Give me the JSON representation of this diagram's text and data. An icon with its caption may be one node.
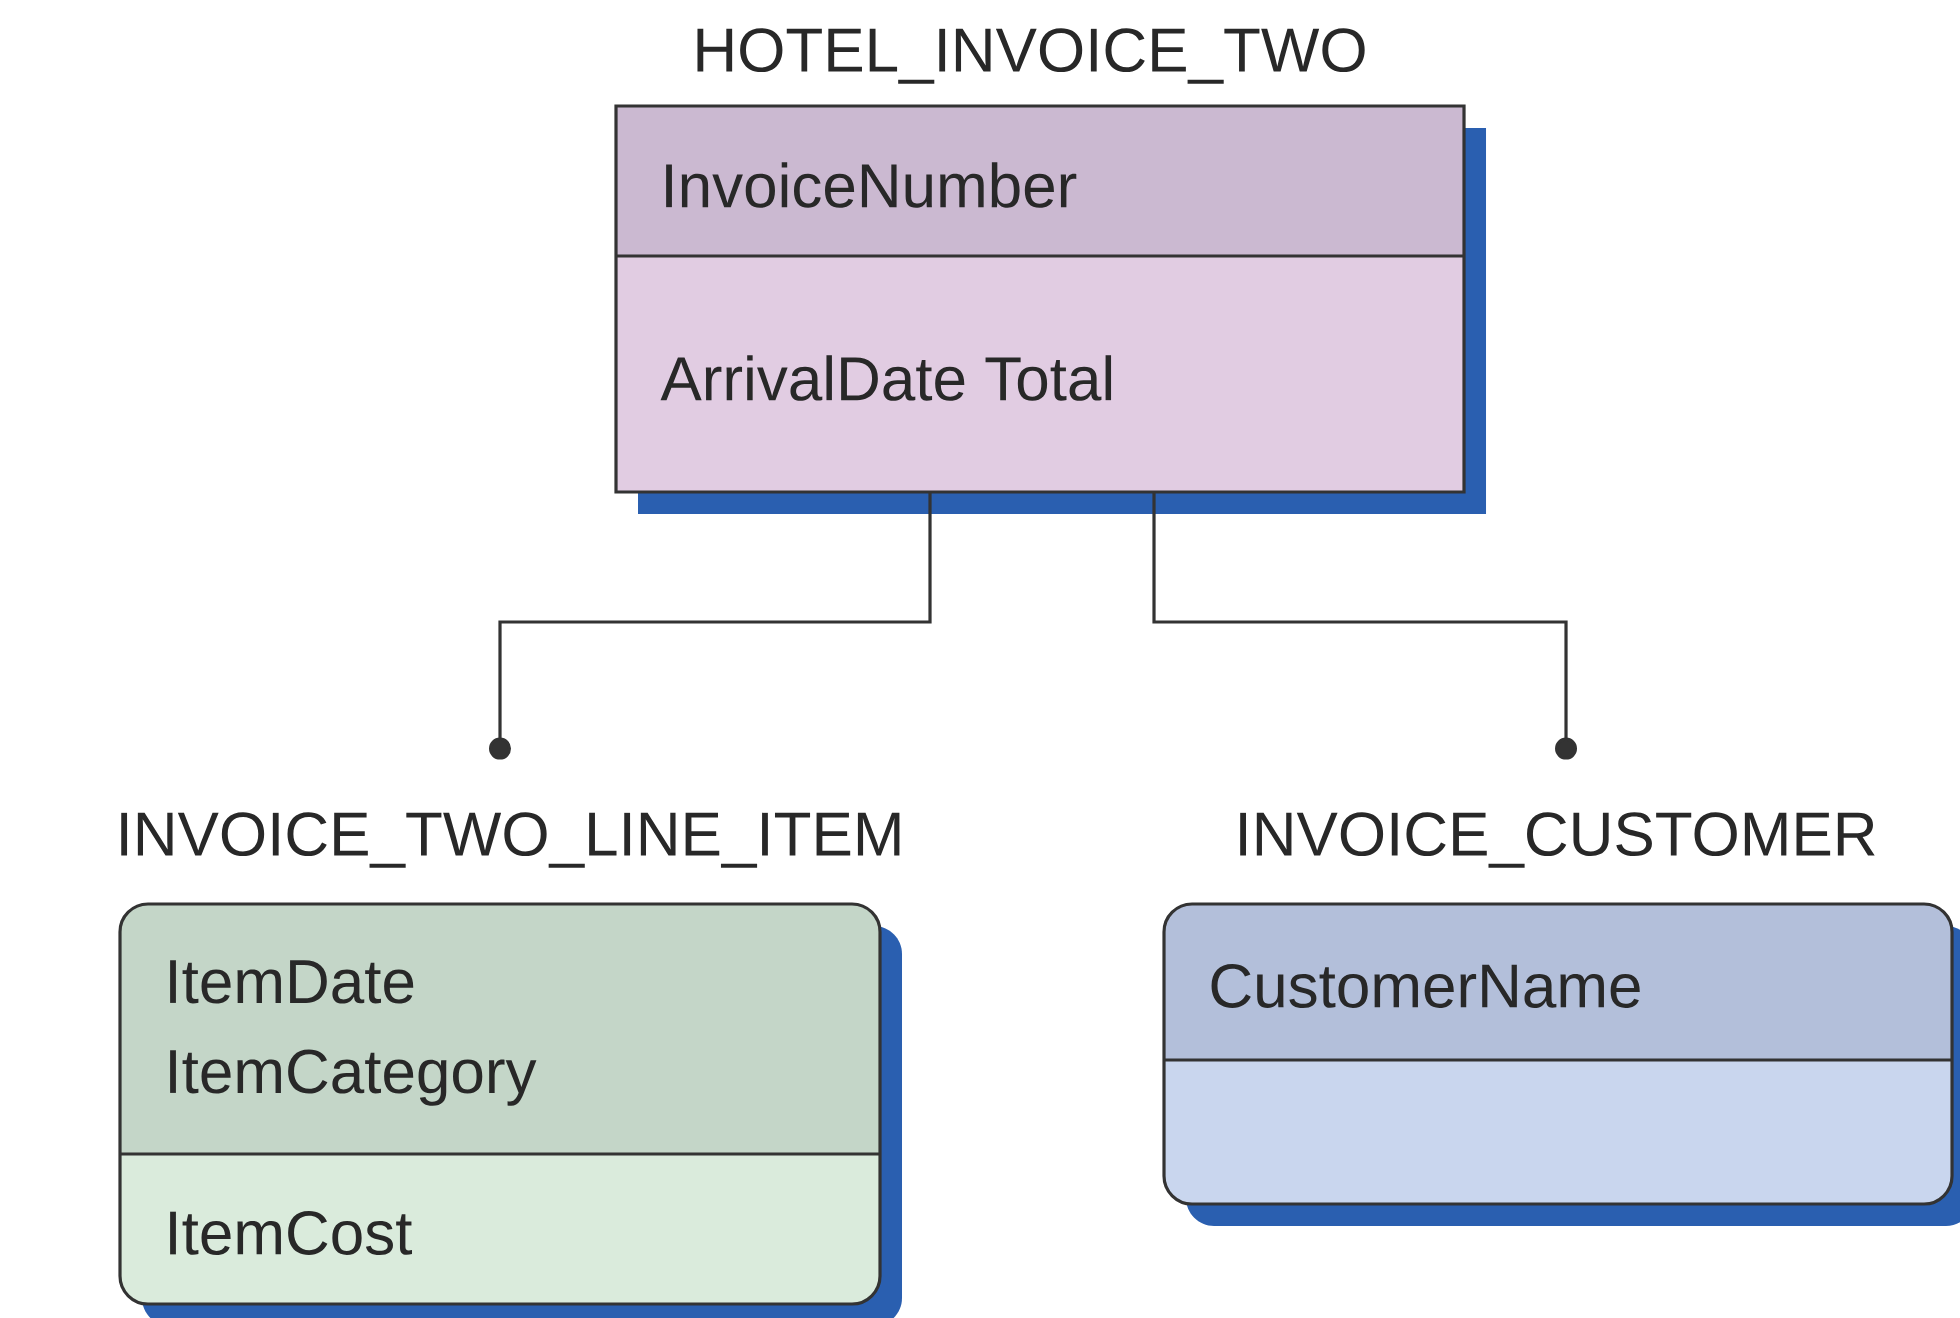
{
  "diagram": {
    "nodes": [
      {
        "text": [
          "HOTEL_INVOICE_TWO",
          "InvoiceNumber",
          "ArrivalDate Total"
        ]
      },
      {
        "text": [
          "INVOICE_TWO_LINE_ITEM",
          "ItemDate ItemCategory",
          "ItemCost"
        ]
      },
      {
        "text": [
          "INVOICE_CUSTOMER",
          "CustomerName"
        ]
      }
    ],
    "edges": [
      {
        "from": 0,
        "to": 1,
        "arrow": "other"
      },
      {
        "from": 0,
        "to": 2,
        "arrow": "other"
      }
    ]
  }
}
